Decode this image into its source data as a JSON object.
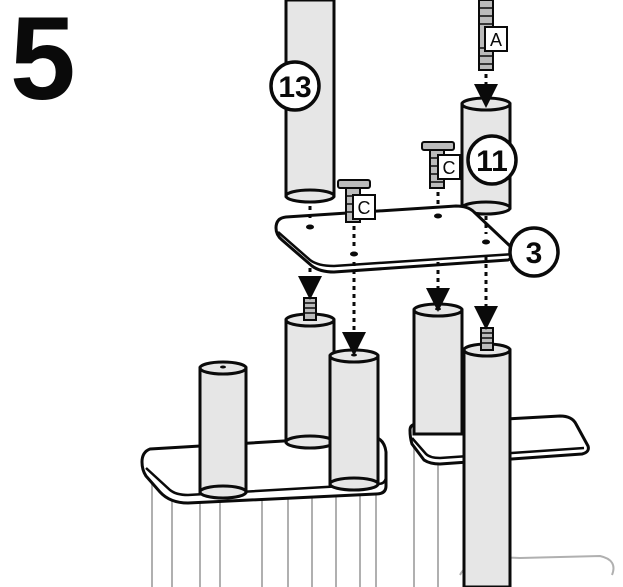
{
  "step": {
    "number": "5"
  },
  "parts": {
    "post_13": "13",
    "post_11": "11",
    "platform_3": "3"
  },
  "hardware": {
    "bolt_a": "A",
    "bolt_c": "C"
  },
  "colors": {
    "outline": "#0a0a0a",
    "post_fill": "#e6e6e6",
    "platform_fill": "#ffffff",
    "faded": "#c8c8c8"
  }
}
